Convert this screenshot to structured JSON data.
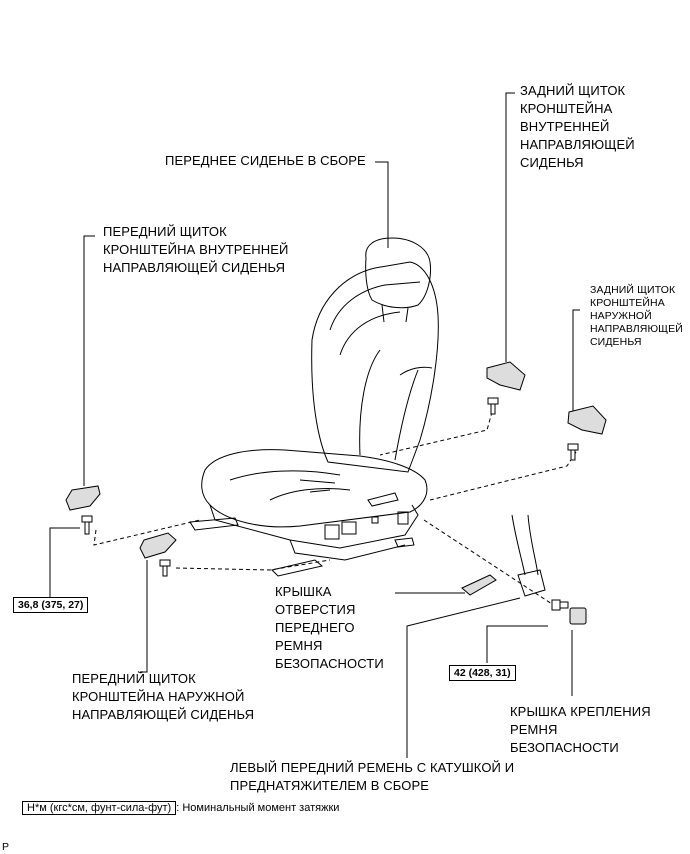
{
  "labels": {
    "seat_assembly": "ПЕРЕДНЕЕ СИДЕНЬЕ В СБОРЕ",
    "rear_inner_cover": "ЗАДНИЙ ЩИТОК\nКРОНШТЕЙНА\nВНУТРЕННЕЙ\nНАПРАВЛЯЮЩЕЙ\nСИДЕНЬЯ",
    "front_inner_cover": "ПЕРЕДНИЙ ЩИТОК\nКРОНШТЕЙНА ВНУТРЕННЕЙ\nНАПРАВЛЯЮЩЕЙ СИДЕНЬЯ",
    "rear_outer_cover": "ЗАДНИЙ ЩИТОК\nКРОНШТЕЙНА\nНАРУЖНОЙ\nНАПРАВЛЯЮЩЕЙ\nСИДЕНЬЯ",
    "belt_hole_cover": "КРЫШКА\nОТВЕРСТИЯ\nПЕРЕДНЕГО\nРЕМНЯ\nБЕЗОПАСНОСТИ",
    "front_outer_cover": "ПЕРЕДНИЙ ЩИТОК\nКРОНШТЕЙНА НАРУЖНОЙ\nНАПРАВЛЯЮЩЕЙ СИДЕНЬЯ",
    "belt_anchor_cover": "КРЫШКА КРЕПЛЕНИЯ\nРЕМНЯ\nБЕЗОПАСНОСТИ",
    "belt_assembly": "ЛЕВЫЙ ПЕРЕДНИЙ РЕМЕНЬ С КАТУШКОЙ И\nПРЕДНАТЯЖИТЕЛЕМ В СБОРЕ"
  },
  "torque": {
    "seat_bolt": "36,8 (375, 27)",
    "belt_bolt": "42 (428, 31)"
  },
  "legend": {
    "unit": "Н*м (кгс*см, фунт-сила-фут)",
    "desc": ": Номинальный момент затяжки"
  },
  "corner_mark": "P"
}
